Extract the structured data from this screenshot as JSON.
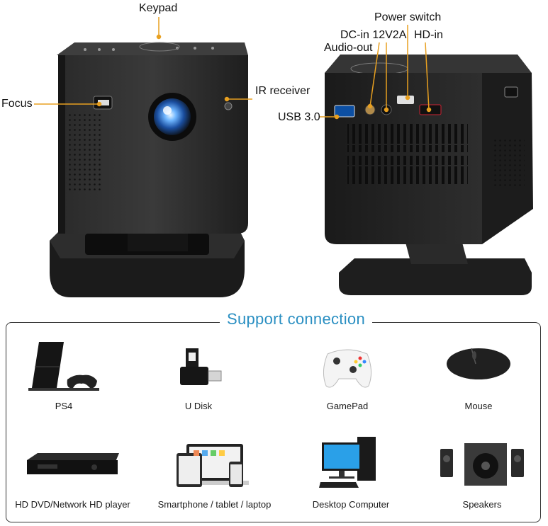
{
  "callouts": {
    "keypad": "Keypad",
    "focus": "Focus",
    "ir_receiver": "IR receiver",
    "power_switch": "Power switch",
    "dc_in": "DC-in 12V2A",
    "hd_in": "HD-in",
    "audio_out": "Audio-out",
    "usb": "USB 3.0"
  },
  "support": {
    "title": "Support connection",
    "devices": [
      {
        "label": "PS4",
        "icon": "ps4-console-icon"
      },
      {
        "label": "U Disk",
        "icon": "usb-drive-icon"
      },
      {
        "label": "GamePad",
        "icon": "gamepad-icon"
      },
      {
        "label": "Mouse",
        "icon": "mouse-icon"
      },
      {
        "label": "HD DVD/Network HD player",
        "icon": "dvd-player-icon"
      },
      {
        "label": "Smartphone / tablet / laptop",
        "icon": "multi-device-icon"
      },
      {
        "label": "Desktop Computer",
        "icon": "desktop-computer-icon"
      },
      {
        "label": "Speakers",
        "icon": "speakers-icon"
      }
    ]
  }
}
